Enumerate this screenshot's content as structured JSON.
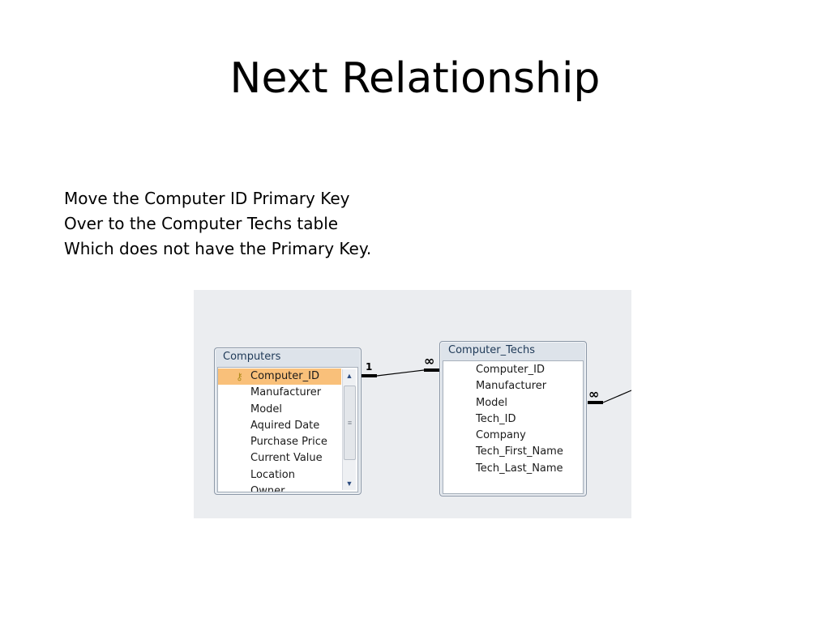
{
  "slide": {
    "title": "Next Relationship",
    "lines": [
      "Move the Computer ID Primary Key",
      "Over to the Computer Techs table",
      "Which does not have the Primary Key."
    ]
  },
  "tables": {
    "computers": {
      "title": "Computers",
      "fields": [
        "Computer_ID",
        "Manufacturer",
        "Model",
        "Aquired Date",
        "Purchase Price",
        "Current Value",
        "Location",
        "Owner"
      ],
      "selected_index": 0,
      "primary_key_icon": "key-icon"
    },
    "computer_techs": {
      "title": "Computer_Techs",
      "fields": [
        "Computer_ID",
        "Manufacturer",
        "Model",
        "Tech_ID",
        "Company",
        "Tech_First_Name",
        "Tech_Last_Name"
      ]
    }
  },
  "relationships": {
    "one_label": "1",
    "many_label": "∞"
  },
  "icons": {
    "key": "⚷",
    "scroll_up": "▲",
    "scroll_down": "▼",
    "grip": "≡"
  },
  "colors": {
    "canvas_bg": "#ebedf0",
    "selected_row": "#f9c07a",
    "table_title_text": "#1e3957"
  }
}
